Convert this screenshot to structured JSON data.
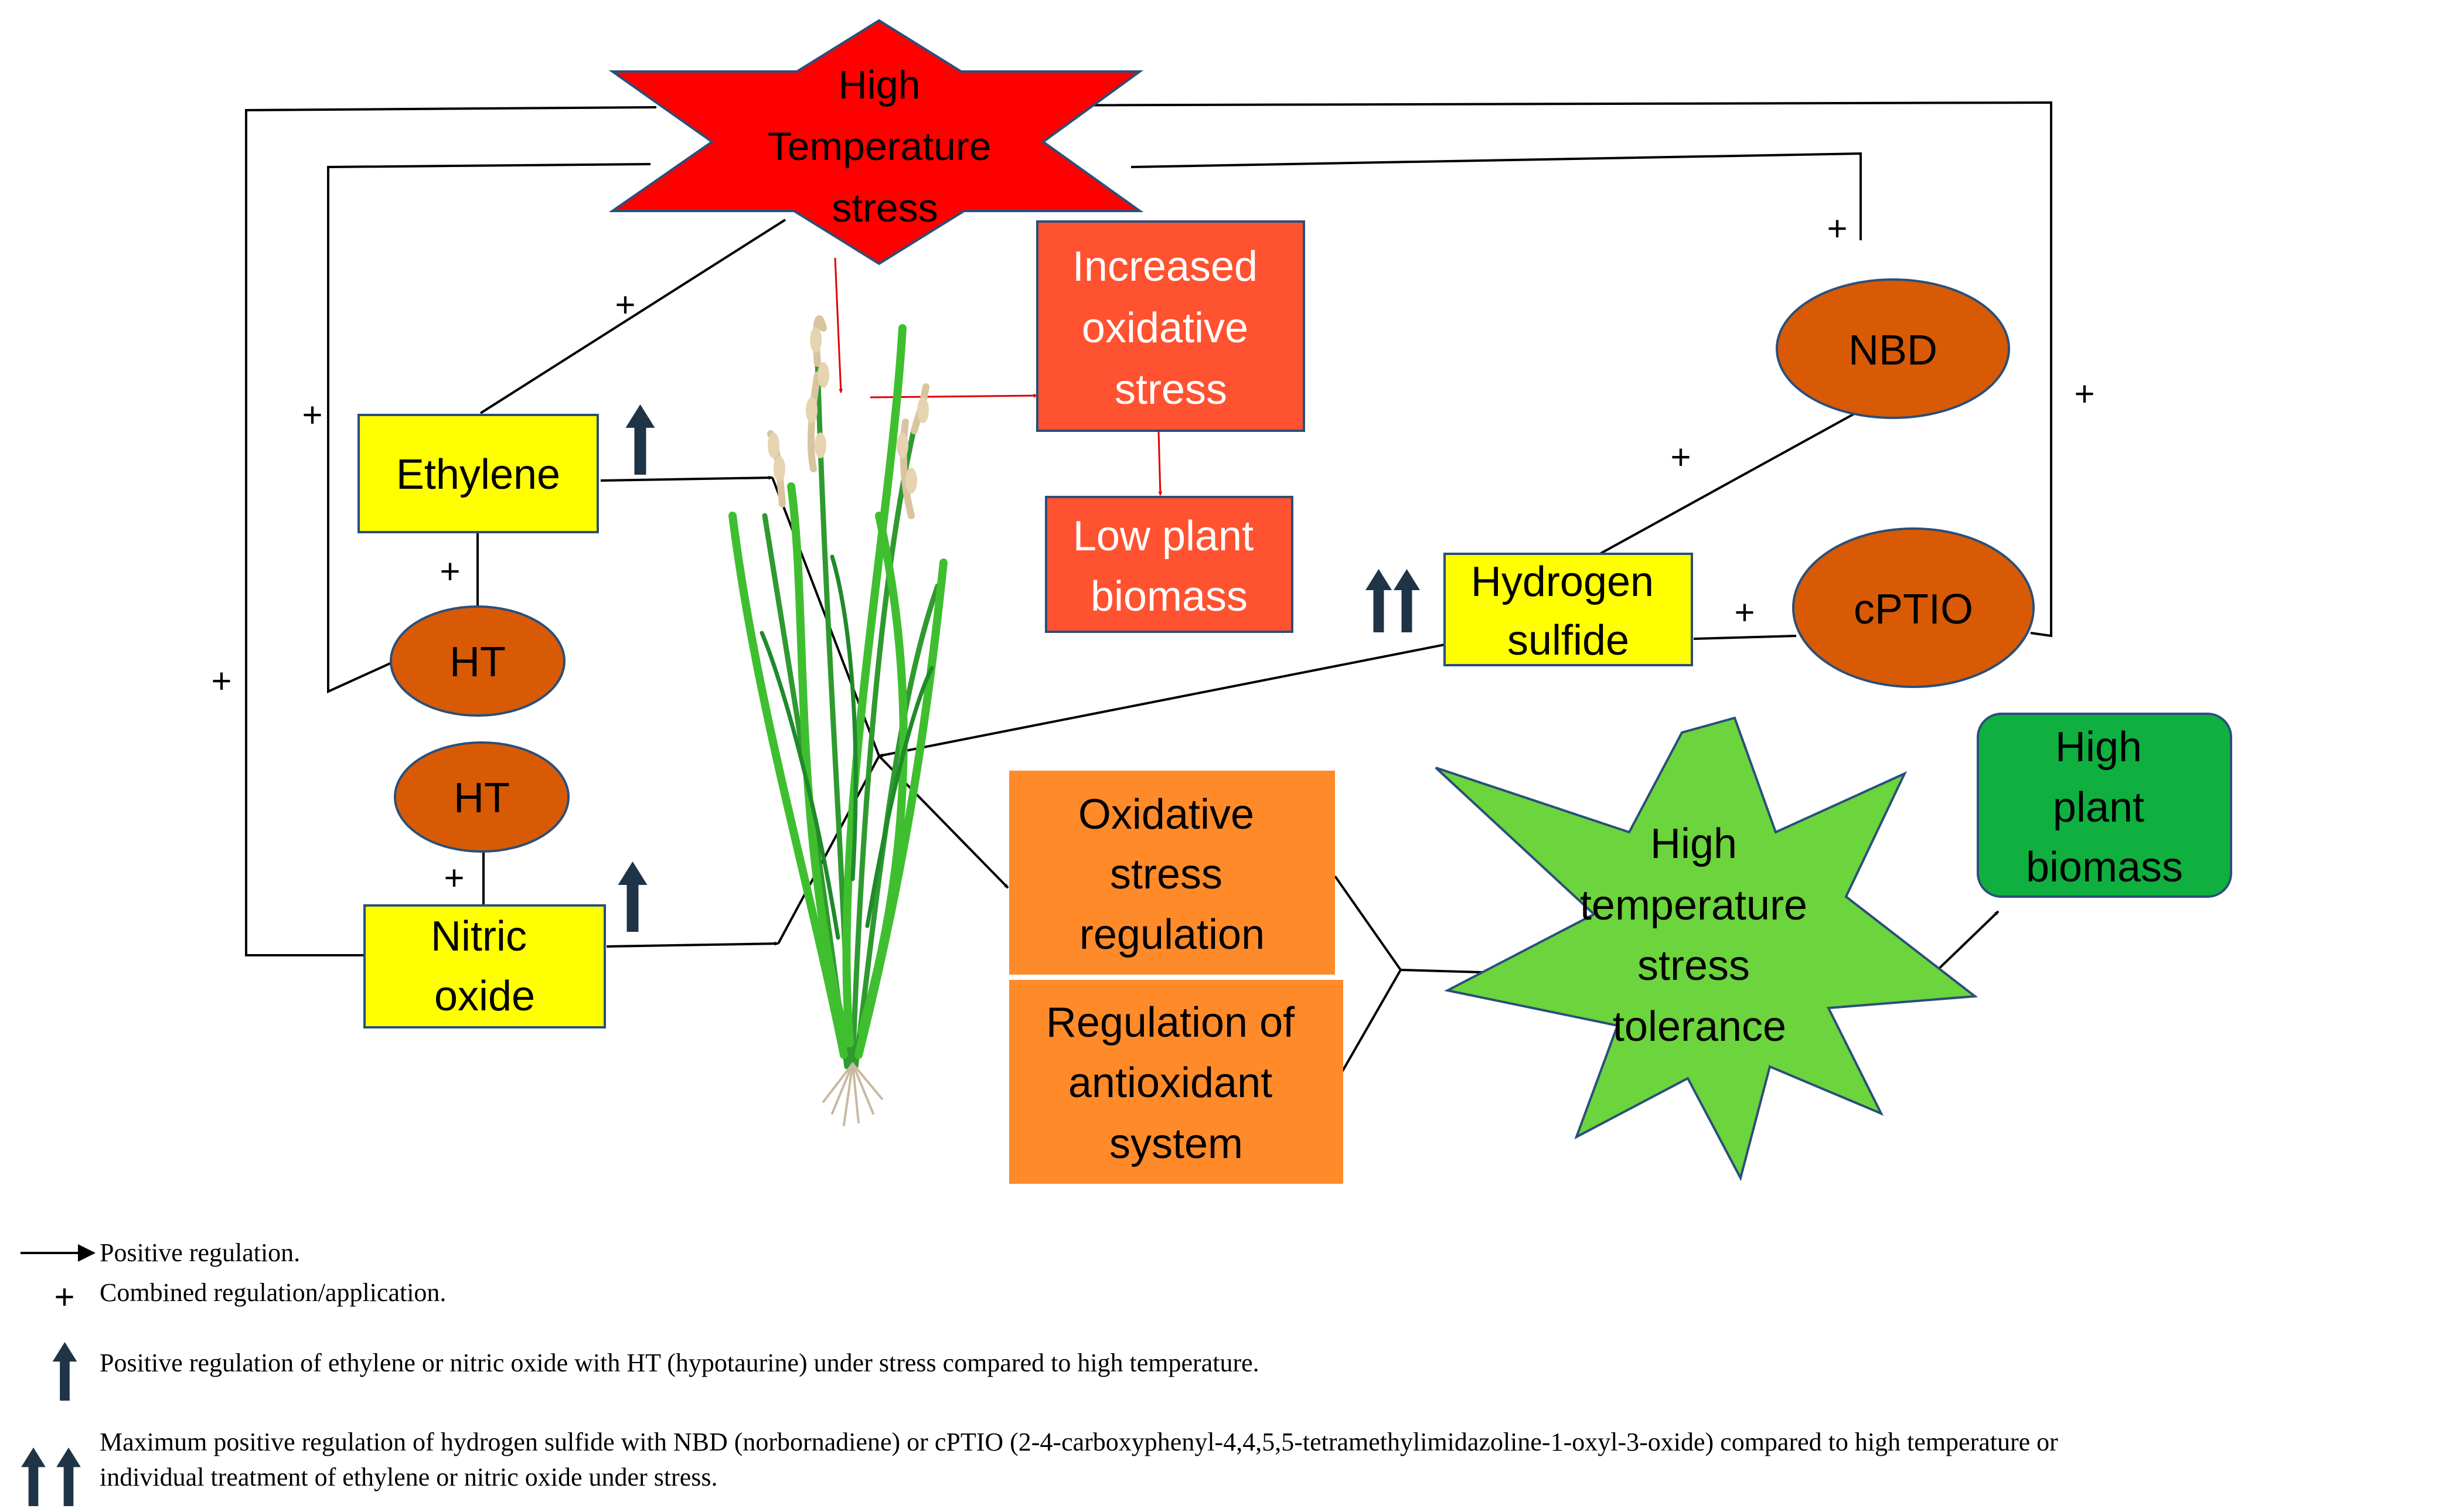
{
  "nodes": {
    "stress": [
      "High",
      "Temperature",
      "stress"
    ],
    "oxidative": [
      "Increased",
      "oxidative",
      "stress"
    ],
    "low_biomass": [
      "Low plant",
      "biomass"
    ],
    "ethylene": [
      "Ethylene"
    ],
    "ht_top": [
      "HT"
    ],
    "ht_bottom": [
      "HT"
    ],
    "nitric_oxide": [
      "Nitric",
      "oxide"
    ],
    "nbd": [
      "NBD"
    ],
    "cptio": [
      "cPTIO"
    ],
    "hydrogen_sulfide": [
      "Hydrogen",
      "sulfide"
    ],
    "ox_regulation": [
      "Oxidative",
      "stress",
      "regulation"
    ],
    "antioxidant": [
      "Regulation of",
      "antioxidant",
      "system"
    ],
    "tolerance": [
      "High",
      "temperature",
      "stress",
      "tolerance"
    ],
    "high_biomass": [
      "High",
      "plant",
      "biomass"
    ]
  },
  "plus_sign": "+",
  "legend": {
    "positive": "Positive regulation.",
    "combined": "Combined regulation/application.",
    "single_arrow": "Positive regulation of ethylene or nitric oxide with HT (hypotaurine) under stress compared to high temperature.",
    "double_arrow_line1": "Maximum positive regulation of hydrogen sulfide with NBD (norbornadiene) or cPTIO (2-4-carboxyphenyl-4,4,5,5-tetramethylimidazoline-1-oxyl-3-oxide) compared to high temperature or",
    "double_arrow_line2": "individual treatment of ethylene or nitric oxide under stress."
  },
  "colors": {
    "stress_red": "#ff0000",
    "oxidative_red": "#ff5230",
    "yellow": "#ffff00",
    "oval_orange": "#d95a05",
    "box_orange": "#ff8a2a",
    "star_green": "#6cd43c",
    "biomass_green": "#0fb040",
    "dark_blue": "#1f3446"
  }
}
